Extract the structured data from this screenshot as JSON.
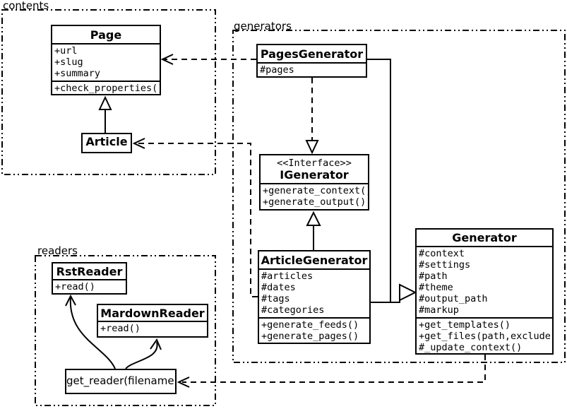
{
  "packages": {
    "contents": {
      "label": "contents"
    },
    "generators": {
      "label": "generators"
    },
    "readers": {
      "label": "readers"
    }
  },
  "classes": {
    "page": {
      "title": "Page",
      "attrs": [
        "+url",
        "+slug",
        "+summary"
      ],
      "methods": [
        "+check_properties()"
      ]
    },
    "article": {
      "title": "Article"
    },
    "pages_generator": {
      "title": "PagesGenerator",
      "attrs": [
        "#pages"
      ]
    },
    "igenerator": {
      "stereotype": "<<Interface>>",
      "title": "IGenerator",
      "methods": [
        "+generate_context()",
        "+generate_output()"
      ]
    },
    "article_generator": {
      "title": "ArticleGenerator",
      "attrs": [
        "#articles",
        "#dates",
        "#tags",
        "#categories"
      ],
      "methods": [
        "+generate_feeds()",
        "+generate_pages()"
      ]
    },
    "generator": {
      "title": "Generator",
      "attrs": [
        "#context",
        "#settings",
        "#path",
        "#theme",
        "#output_path",
        "#markup"
      ],
      "methods": [
        "+get_templates()",
        "+get_files(path,exclude)",
        "#_update_context()"
      ]
    },
    "rst_reader": {
      "title": "RstReader",
      "methods": [
        "+read()"
      ]
    },
    "mardown_reader": {
      "title": "MardownReader",
      "methods": [
        "+read()"
      ]
    },
    "get_reader": {
      "title": "get_reader(filename)"
    }
  },
  "relations": [
    {
      "from": "Article",
      "to": "Page",
      "type": "inheritance"
    },
    {
      "from": "ArticleGenerator",
      "to": "IGenerator",
      "type": "inheritance"
    },
    {
      "from": "PagesGenerator",
      "to": "IGenerator",
      "type": "realization"
    },
    {
      "from": "PagesGenerator",
      "to": "Generator",
      "type": "inheritance"
    },
    {
      "from": "ArticleGenerator",
      "to": "Generator",
      "type": "inheritance"
    },
    {
      "from": "PagesGenerator",
      "to": "Page",
      "type": "dependency"
    },
    {
      "from": "ArticleGenerator",
      "to": "Article",
      "type": "dependency"
    },
    {
      "from": "Generator",
      "to": "get_reader(filename)",
      "type": "dependency"
    },
    {
      "from": "get_reader(filename)",
      "to": "RstReader",
      "type": "arrow"
    },
    {
      "from": "get_reader(filename)",
      "to": "MardownReader",
      "type": "arrow"
    }
  ],
  "colors": {
    "line": "#000000",
    "background": "#ffffff"
  }
}
